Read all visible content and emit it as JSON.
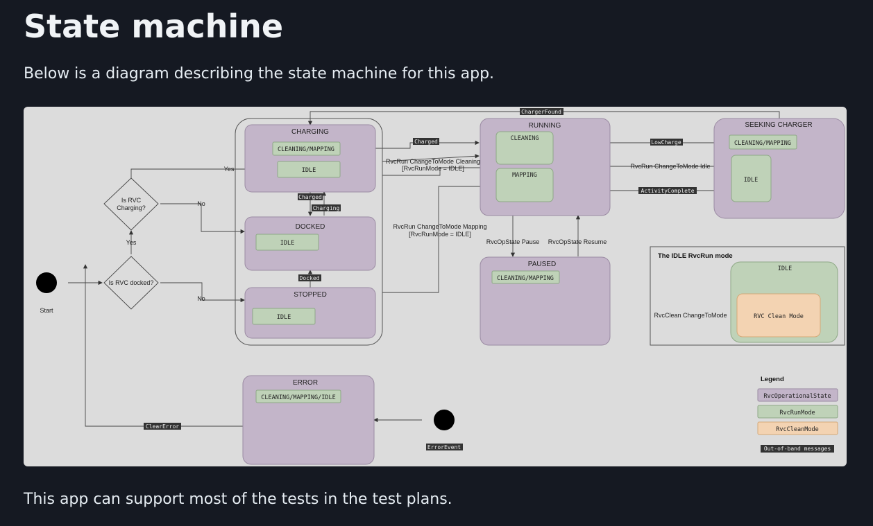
{
  "heading": "State machine",
  "intro": "Below is a diagram describing the state machine for this app.",
  "outro": "This app can support most of the tests in the test plans.",
  "colors": {
    "operational_state": "#c3b5c9",
    "run_mode": "#bfd2b8",
    "clean_mode": "#f3d3b2",
    "tag_bg": "#333333"
  },
  "diagram": {
    "states": {
      "charging": "CHARGING",
      "docked": "DOCKED",
      "stopped": "STOPPED",
      "running": "RUNNING",
      "seeking": "SEEKING CHARGER",
      "paused": "PAUSED",
      "error": "ERROR"
    },
    "modes": {
      "charging_cm": "CLEANING/MAPPING",
      "charging_idle": "IDLE",
      "docked_idle": "IDLE",
      "stopped_idle": "IDLE",
      "running_cleaning": "CLEANING",
      "running_mapping": "MAPPING",
      "seeking_cm": "CLEANING/MAPPING",
      "seeking_idle": "IDLE",
      "paused_cm": "CLEANING/MAPPING",
      "error_cmi": "CLEANING/MAPPING/IDLE"
    },
    "decisions": {
      "charging_q1": "Is RVC",
      "charging_q2": "Charging?",
      "docked_q": "Is RVC docked?"
    },
    "labels": {
      "start": "Start",
      "yes_top": "Yes",
      "no_top": "No",
      "yes_mid": "Yes",
      "no_bottom": "No",
      "cmd_cleaning_1": "RvcRun ChangeToMode Cleaning",
      "cmd_cleaning_2": "[RvcRunMode = IDLE]",
      "cmd_mapping_1": "RvcRun ChangeToMode Mapping",
      "cmd_mapping_2": "[RvcRunMode = IDLE]",
      "cmd_idle": "RvcRun ChangeToMode Idle",
      "op_pause": "RvcOpState Pause",
      "op_resume": "RvcOpState Resume",
      "clean_change": "RvcClean ChangeToMode"
    },
    "events": {
      "charger_found": "ChargerFound",
      "charged_top": "Charged",
      "charged_mid": "Charged",
      "charging": "Charging",
      "docked": "Docked",
      "low_charge": "LowCharge",
      "activity_complete": "ActivityComplete",
      "clear_error": "ClearError",
      "error_event": "ErrorEvent"
    },
    "idle_box": {
      "title": "The IDLE RvcRun mode",
      "idle": "IDLE",
      "clean_mode": "RVC Clean Mode"
    },
    "legend": {
      "title": "Legend",
      "op_state": "RvcOperationalState",
      "run_mode": "RvcRunMode",
      "clean_mode": "RvcCleanMode",
      "oob": "Out-of-band messages"
    }
  }
}
